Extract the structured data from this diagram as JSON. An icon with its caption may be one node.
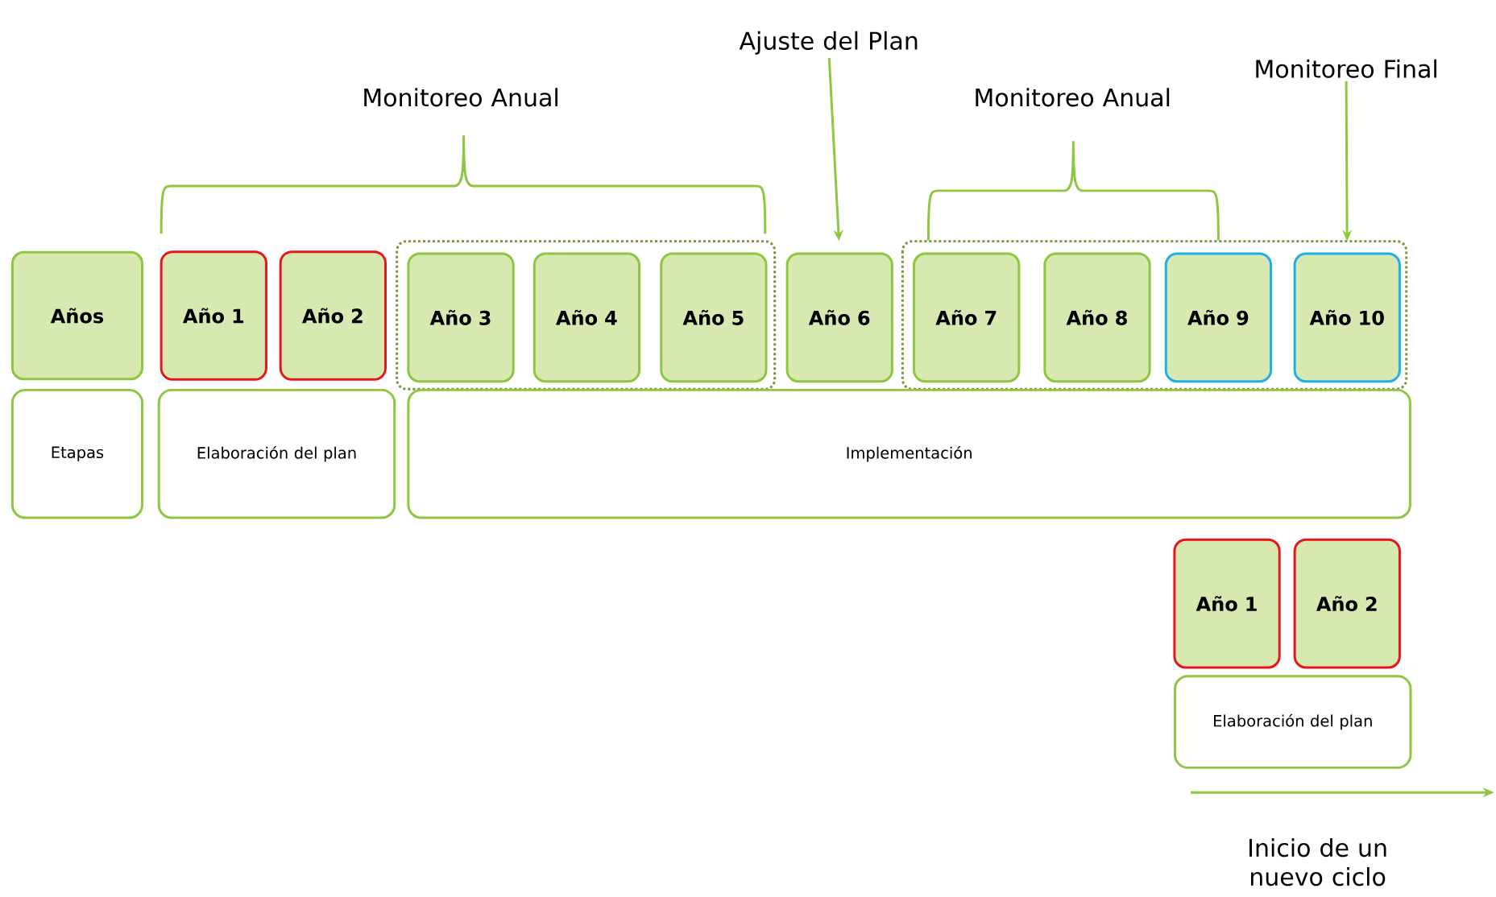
{
  "diagram": {
    "nodes": [
      {
        "text": [
          "Ajuste del Plan"
        ]
      },
      {
        "text": [
          "Monitoreo Final"
        ]
      },
      {
        "text": [
          "Años"
        ]
      },
      {
        "text": [
          "Año 1"
        ]
      },
      {
        "text": [
          "Año 2"
        ]
      },
      {
        "text": [
          "Año 3"
        ]
      },
      {
        "text": [
          "Año 4"
        ]
      },
      {
        "text": [
          "Año 5"
        ]
      },
      {
        "text": [
          "Año 6"
        ]
      },
      {
        "text": [
          "Año 7"
        ]
      },
      {
        "text": [
          "Año 8"
        ]
      },
      {
        "text": [
          "Año 9"
        ]
      },
      {
        "text": [
          "Año 10"
        ]
      },
      {
        "text": [
          "Etapas"
        ]
      },
      {
        "text": [
          "Elaboración del plan"
        ]
      },
      {
        "text": [
          "Implementación"
        ]
      },
      {
        "text": [
          "Año 1"
        ]
      },
      {
        "text": [
          "Año 2"
        ]
      },
      {
        "text": [
          "Elaboración del plan"
        ]
      }
    ],
    "edges": [
      {
        "from": 0,
        "to": 8,
        "arrow": "to"
      },
      {
        "from": 1,
        "to": 12,
        "arrow": "to"
      }
    ],
    "labels": [
      "Monitoreo Anual",
      "Monitoreo Anual",
      "Inicio de un nuevo ciclo"
    ]
  }
}
